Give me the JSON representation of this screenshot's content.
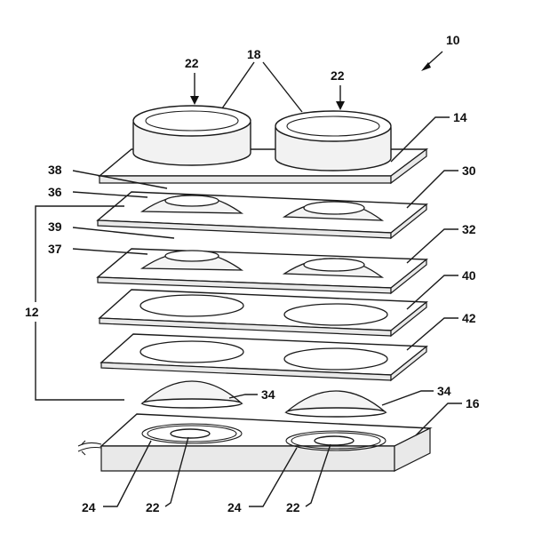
{
  "diagram": {
    "labels": {
      "assembly": "10",
      "stack": "12",
      "top_layer": "14",
      "base": "16",
      "cups": "18",
      "key_top_left": "22",
      "key_top_right": "22",
      "key_bottom_left": "22",
      "key_bottom_right": "22",
      "contact_bottom_left": "24",
      "contact_bottom_right": "24",
      "layer_30": "30",
      "layer_32": "32",
      "dome_left": "34",
      "dome_right": "34",
      "ring_36": "36",
      "ring_37": "37",
      "ring_38": "38",
      "ring_39": "39",
      "layer_40": "40",
      "layer_42": "42"
    }
  }
}
